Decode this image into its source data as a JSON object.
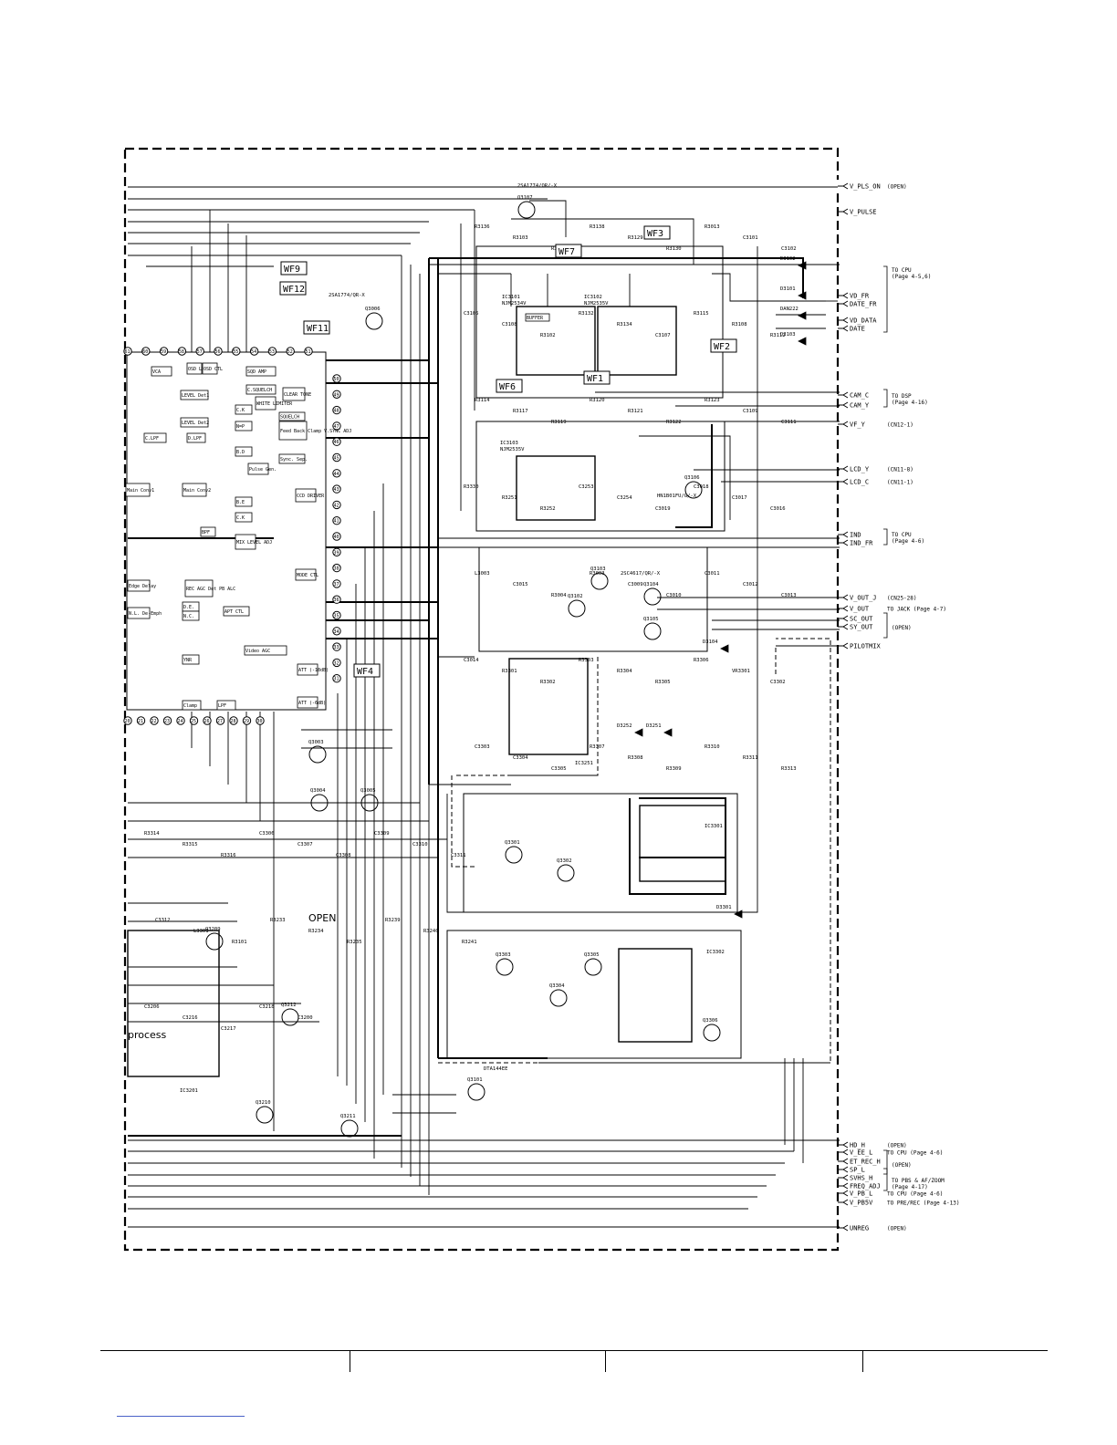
{
  "waveform_markers": [
    "WF9",
    "WF12",
    "WF11",
    "WF7",
    "WF3",
    "WF6",
    "WF1",
    "WF2",
    "WF4"
  ],
  "signals_right": [
    {
      "name": "V_PLS_ON",
      "dest": "(OPEN)"
    },
    {
      "name": "V_PULSE",
      "dest": ""
    },
    {
      "name": "VD_FR",
      "dest": ""
    },
    {
      "name": "DATE_FR",
      "dest": ""
    },
    {
      "name": "VD_DATA",
      "dest": ""
    },
    {
      "name": "DATE",
      "dest": ""
    },
    {
      "name": "CAM_C",
      "dest": ""
    },
    {
      "name": "CAM_Y",
      "dest": ""
    },
    {
      "name": "VF_Y",
      "dest": "(CN12-1)"
    },
    {
      "name": "LCD_Y",
      "dest": "(CN11-8)"
    },
    {
      "name": "LCD_C",
      "dest": "(CN11-1)"
    },
    {
      "name": "IND",
      "dest": ""
    },
    {
      "name": "IND_FR",
      "dest": ""
    },
    {
      "name": "V_OUT_J",
      "dest": "(CN25-28)"
    },
    {
      "name": "V_OUT",
      "dest": "TO JACK (Page 4-7)"
    },
    {
      "name": "SC_OUT",
      "dest": ""
    },
    {
      "name": "SY_OUT",
      "dest": ""
    },
    {
      "name": "PILOTMIX",
      "dest": ""
    },
    {
      "name": "HD_H",
      "dest": "(OPEN)"
    },
    {
      "name": "V_EE_L",
      "dest": "TO CPU (Page 4-6)"
    },
    {
      "name": "ET_REC_H",
      "dest": ""
    },
    {
      "name": "SP_L",
      "dest": ""
    },
    {
      "name": "SVHS_H",
      "dest": ""
    },
    {
      "name": "FREQ_ADJ",
      "dest": ""
    },
    {
      "name": "V_PB_L",
      "dest": "TO CPU (Page 4-6)"
    },
    {
      "name": "V_PB5V",
      "dest": "TO PRE/REC (Page 4-13)"
    },
    {
      "name": "UNREG",
      "dest": "(OPEN)"
    }
  ],
  "bracket_notes": [
    {
      "line1": "TO CPU",
      "line2": "(Page 4-5,6)"
    },
    {
      "line1": "TO DSP",
      "line2": "(Page 4-16)"
    },
    {
      "line1": "TO CPU",
      "line2": "(Page 4-6)"
    },
    {
      "line1": "(OPEN)",
      "line2": ""
    },
    {
      "line1": "(OPEN)",
      "line2": ""
    },
    {
      "line1": "TO PBS & AF/ZOOM",
      "line2": "(Page 4-17)"
    }
  ],
  "ic_labels": [
    "IC3101",
    "NJM2534V",
    "IC3102",
    "NJM2535V",
    "IC3103",
    "NJM2535V",
    "IC3301",
    "IC3302",
    "IC3201",
    "IC3251"
  ],
  "transistor_labels": [
    "Q3107",
    "2SA1774/QR/-X",
    "Q3006",
    "2SA1774/QR-X",
    "Q3106",
    "HN1B01FU/G/-X",
    "Q3102",
    "Q3103",
    "Q3104",
    "Q3105",
    "2SC4617/QR/-X",
    "Q3003",
    "Q3004",
    "Q3005",
    "Q3301",
    "Q3302",
    "Q3303",
    "Q3304",
    "Q3305",
    "Q3306",
    "Q3209",
    "Q3210",
    "Q3211",
    "Q3212",
    "Q3101",
    "DTA144EE"
  ],
  "diode_labels": [
    "D3102",
    "D3101",
    "D3103",
    "DAN222",
    "D3104",
    "D3251",
    "D3252",
    "D3301"
  ],
  "component_labels": [
    "R3136",
    "R3103",
    "R3137",
    "R3138",
    "R3129",
    "R3130",
    "R3013",
    "C3101",
    "C3102",
    "C3105",
    "C3108",
    "R3102",
    "R3132",
    "R3134",
    "C3107",
    "R3115",
    "R3108",
    "R3112",
    "R3114",
    "R3117",
    "R3119",
    "R3120",
    "R3121",
    "R3122",
    "R3123",
    "C3109",
    "C3111",
    "R3330",
    "R3251",
    "R3252",
    "C3253",
    "C3254",
    "C3019",
    "C3018",
    "C3017",
    "C3016",
    "L3003",
    "C3015",
    "R3004",
    "R3003",
    "C3009",
    "C3010",
    "C3011",
    "C3012",
    "C3013",
    "C3014",
    "R3301",
    "R3302",
    "R3303",
    "R3304",
    "R3305",
    "R3306",
    "VR3301",
    "C3302",
    "C3303",
    "C3304",
    "C3305",
    "R3307",
    "R3308",
    "R3309",
    "R3310",
    "R3311",
    "R3313",
    "R3314",
    "R3315",
    "R3316",
    "C3306",
    "C3307",
    "C3308",
    "C3309",
    "C3310",
    "C3311",
    "C3312",
    "L3301",
    "R3101",
    "R3233",
    "R3234",
    "R3235",
    "R3239",
    "R3240",
    "R3241",
    "C3206",
    "C3216",
    "C3217",
    "C3218",
    "C3200"
  ],
  "internal_blocks": [
    "VCA",
    "LEVEL Det1",
    "LEVEL Det2",
    "C.LPF",
    "D.LPF",
    "Main Conv1",
    "Main Conv2",
    "B.D",
    "B.E",
    "C.K",
    "BPF",
    "MIX LEVEL ADJ",
    "Edge Delay",
    "N.L. De-Emph",
    "D.E.",
    "N.C.",
    "YNR",
    "Clamp",
    "LPF",
    "ATT (-10dB)",
    "ATT (-6dB)",
    "Video AGC",
    "APT CTL",
    "REC AGC Det PB ALC",
    "MODE CTL",
    "CCD DRIVER",
    "Sync. Sep.",
    "Pulse Gen.",
    "Feed Back Clamp V.SYNC ADJ",
    "SQUELCH",
    "CLEAR TONE",
    "WHITE LIMITER",
    "C.SQUELCH",
    "SQD AMP",
    "C.K",
    "N=P",
    "OSD LPF",
    "OSD CTL",
    "BUFFER"
  ],
  "open_area_label": "OPEN",
  "process_label": "process",
  "pin_numbers_top": [
    "61",
    "60",
    "59",
    "58",
    "57",
    "56",
    "55",
    "54",
    "53",
    "52",
    "51"
  ],
  "pin_numbers_right": [
    "50",
    "49",
    "48",
    "47",
    "46",
    "45",
    "44",
    "43",
    "42",
    "41",
    "40",
    "39",
    "38",
    "37",
    "36",
    "35",
    "34",
    "33",
    "32",
    "31"
  ],
  "pin_numbers_bottom": [
    "20",
    "21",
    "22",
    "23",
    "24",
    "25",
    "26",
    "27",
    "28",
    "29",
    "30"
  ]
}
